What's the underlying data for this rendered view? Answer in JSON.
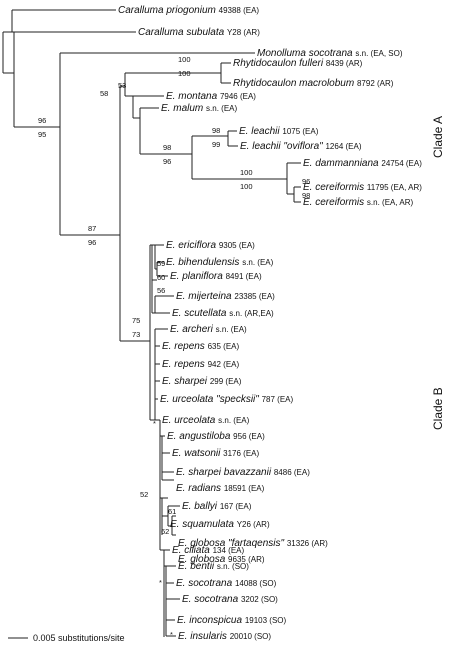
{
  "taxa": [
    {
      "genus": "Caralluma",
      "epithet": "priogonium",
      "code": "49388 (EA)"
    },
    {
      "genus": "Caralluma",
      "epithet": "subulata",
      "code": "Y28 (AR)"
    },
    {
      "genus": "Monolluma",
      "epithet": "socotrana",
      "code": "s.n. (EA, SO)"
    },
    {
      "genus": "Rhytidocaulon",
      "epithet": "fulleri",
      "code": "8439 (AR)"
    },
    {
      "genus": "Rhytidocaulon",
      "epithet": "macrolobum",
      "code": "8792 (AR)"
    },
    {
      "genus": "E.",
      "epithet": "montana",
      "code": "7946 (EA)"
    },
    {
      "genus": "E.",
      "epithet": "malum",
      "code": "s.n. (EA)"
    },
    {
      "genus": "E.",
      "epithet": "leachii",
      "code": "1075 (EA)"
    },
    {
      "genus": "E.",
      "epithet": "leachii \"oviflora\"",
      "code": "1264 (EA)"
    },
    {
      "genus": "E.",
      "epithet": "dammanniana",
      "code": "24754 (EA)"
    },
    {
      "genus": "E.",
      "epithet": "cereiformis",
      "code": "11795 (EA, AR)"
    },
    {
      "genus": "E.",
      "epithet": "cereiformis",
      "code": "s.n. (EA, AR)"
    },
    {
      "genus": "E.",
      "epithet": "ericiflora",
      "code": "9305 (EA)"
    },
    {
      "genus": "E.",
      "epithet": "bihendulensis",
      "code": "s.n. (EA)"
    },
    {
      "genus": "E.",
      "epithet": "planiflora",
      "code": "8491 (EA)"
    },
    {
      "genus": "E.",
      "epithet": "mijerteina",
      "code": "23385 (EA)"
    },
    {
      "genus": "E.",
      "epithet": "scutellata",
      "code": "s.n.   (AR,EA)"
    },
    {
      "genus": "E.",
      "epithet": "archeri",
      "code": "s.n. (EA)"
    },
    {
      "genus": "E.",
      "epithet": "repens",
      "code": "635 (EA)"
    },
    {
      "genus": "E.",
      "epithet": "repens",
      "code": "942 (EA)"
    },
    {
      "genus": "E.",
      "epithet": "sharpei",
      "code": "299 (EA)"
    },
    {
      "genus": "E.",
      "epithet": "urceolata \"specksii\"",
      "code": "787 (EA)"
    },
    {
      "genus": "E.",
      "epithet": "urceolata",
      "code": "s.n. (EA)"
    },
    {
      "genus": "E.",
      "epithet": "angustiloba",
      "code": "956 (EA)"
    },
    {
      "genus": "E.",
      "epithet": "watsonii",
      "code": "3176 (EA)"
    },
    {
      "genus": "E.",
      "epithet": "sharpei bavazzanii",
      "code": "8486 (EA)"
    },
    {
      "genus": "E.",
      "epithet": "radians",
      "code": "18591 (EA)"
    },
    {
      "genus": "E.",
      "epithet": "ballyi",
      "code": "167 (EA)"
    },
    {
      "genus": "E.",
      "epithet": "squamulata",
      "code": "Y26 (AR)"
    },
    {
      "genus": "E.",
      "epithet": "globosa \"fartaqensis\"",
      "code": "31326 (AR)"
    },
    {
      "genus": "E.",
      "epithet": "globosa",
      "code": "9635 (AR)"
    },
    {
      "genus": "E.",
      "epithet": "ciliata",
      "code": "134 (EA)"
    },
    {
      "genus": "E.",
      "epithet": "bentii",
      "code": "s.n. (SO)"
    },
    {
      "genus": "E.",
      "epithet": "socotrana",
      "code": "14088 (SO)"
    },
    {
      "genus": "E.",
      "epithet": "socotrana",
      "code": "3202 (SO)"
    },
    {
      "genus": "E.",
      "epithet": "inconspicua",
      "code": "19103 (SO)"
    },
    {
      "genus": "E.",
      "epithet": "insularis",
      "code": "20010 (SO)"
    }
  ],
  "support": [
    "96",
    "95",
    "87",
    "96",
    "58",
    "53",
    "100",
    "100",
    "98",
    "96",
    "98",
    "99",
    "100",
    "100",
    "96",
    "98",
    "75",
    "73",
    "59",
    "60",
    "56",
    "*",
    "52",
    "61",
    "62",
    "*",
    "*"
  ],
  "clades": {
    "a": "Clade A",
    "b": "Clade B"
  },
  "scale_label": "0.005 substitutions/site"
}
